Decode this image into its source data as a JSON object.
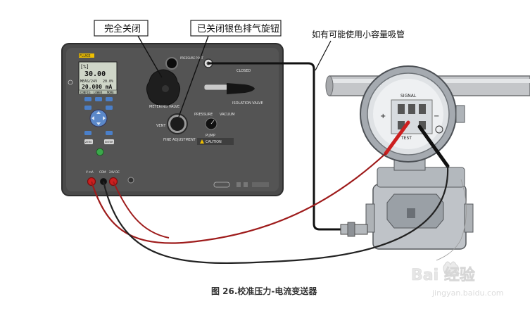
{
  "callouts": {
    "full_close": "完全关闭",
    "vent_knob": "已关闭银色排气旋钮",
    "hose_note": "如有可能使用小容量吸管"
  },
  "figure_caption": "图 26.校准压力-电流变送器",
  "calibrator": {
    "brand": "FLUKE",
    "lcd": {
      "top_left": "[%]",
      "reading1": "30.00",
      "mode": "MEAS/24V",
      "range": "20.0%",
      "reading2": "20.000 mA",
      "softkey1": "CONFIG",
      "softkey2": "LOWER",
      "softkey3": "MORE"
    },
    "labels": {
      "metering_valve": "METERING VALVE",
      "closed": "CLOSED",
      "isolation_valve": "ISOLATION VALVE",
      "vent": "VENT",
      "fine_adjustment": "FINE ADJUSTMENT",
      "pressure": "PRESSURE",
      "vacuum": "VACUUM",
      "pump": "PUMP",
      "caution": "CAUTION",
      "jack_ma": "V mA",
      "jack_com": "COM",
      "jack_24v": "24V DC",
      "enter": "ENTER",
      "zero": "ZERO",
      "pressure_port": "PRESSURE PORT"
    }
  },
  "transmitter": {
    "signal": "SIGNAL",
    "test": "TEST",
    "plus": "+",
    "minus": "−"
  },
  "watermark": {
    "brand": "Bai 经验",
    "url": "jingyan.baidu.com"
  }
}
